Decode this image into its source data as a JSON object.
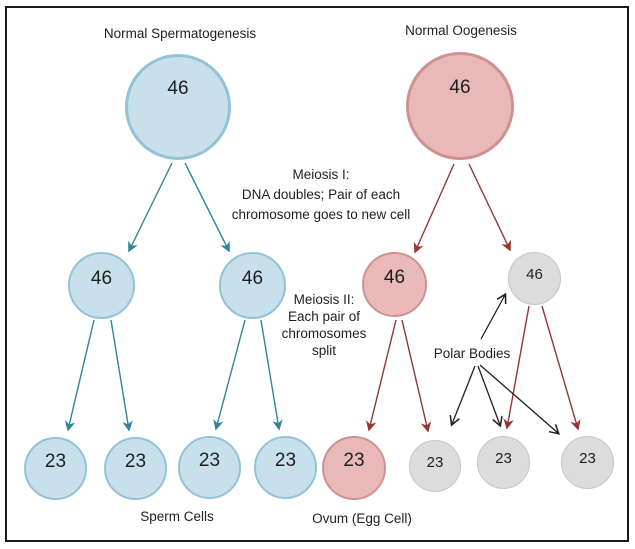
{
  "spermatogenesis": {
    "title": "Normal Spermatogenesis",
    "root_value": "46",
    "secondary": [
      "46",
      "46"
    ],
    "final_cells": [
      "23",
      "23",
      "23",
      "23"
    ],
    "bottom_label": "Sperm Cells"
  },
  "oogenesis": {
    "title": "Normal Oogenesis",
    "root_value": "46",
    "secondary_ovum": "46",
    "secondary_polar": "46",
    "final_ovum": "23",
    "final_polar": [
      "23",
      "23",
      "23"
    ],
    "bottom_label": "Ovum (Egg Cell)",
    "polar_bodies_label": "Polar Bodies"
  },
  "annotations": {
    "meiosis_i": "Meiosis I:\nDNA doubles; Pair of each\nchromosome goes to new cell",
    "meiosis_ii": "Meiosis II:\nEach pair of\nchromosomes\nsplit"
  },
  "colors": {
    "sperm_cell_fill": "#c8e0eb",
    "sperm_cell_stroke": "#94c2d6",
    "ovum_cell_fill": "#e9b9b9",
    "ovum_cell_stroke": "#cf9191",
    "polar_body_fill": "#dcdcdc",
    "polar_body_stroke": "#c6c6c6",
    "sperm_arrow": "#31849b",
    "ovum_arrow": "#943634",
    "annotation_arrow": "#1f1f1f"
  }
}
